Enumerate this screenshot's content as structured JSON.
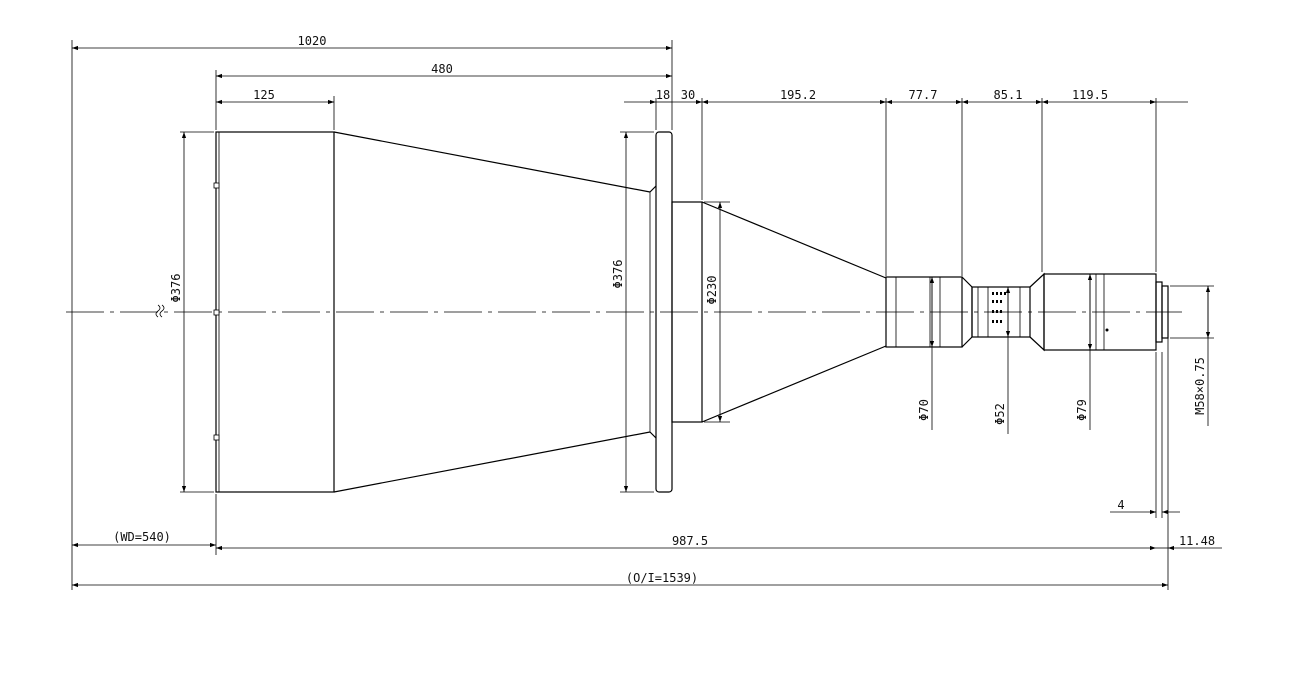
{
  "drawing": {
    "line_color": "#000000",
    "background": "#ffffff",
    "dimensions": {
      "total_length": "1020",
      "front_length": "480",
      "hood_length": "125",
      "flange_thickness": "18",
      "mount_step": "30",
      "cone_length": "195.2",
      "barrel1_length": "77.7",
      "barrel2_length": "85.1",
      "barrel3_length": "119.5",
      "front_diameter": "Φ376",
      "flange_diameter": "Φ376",
      "mount_diameter": "Φ230",
      "barrel1_diameter": "Φ70",
      "barrel2_diameter": "Φ52",
      "barrel3_diameter": "Φ79",
      "thread": "M58×0.75",
      "back_step": "4",
      "back_focus": "11.48",
      "working_distance": "(WD=540)",
      "lens_length": "987.5",
      "object_image": "(O/I=1539)"
    }
  }
}
